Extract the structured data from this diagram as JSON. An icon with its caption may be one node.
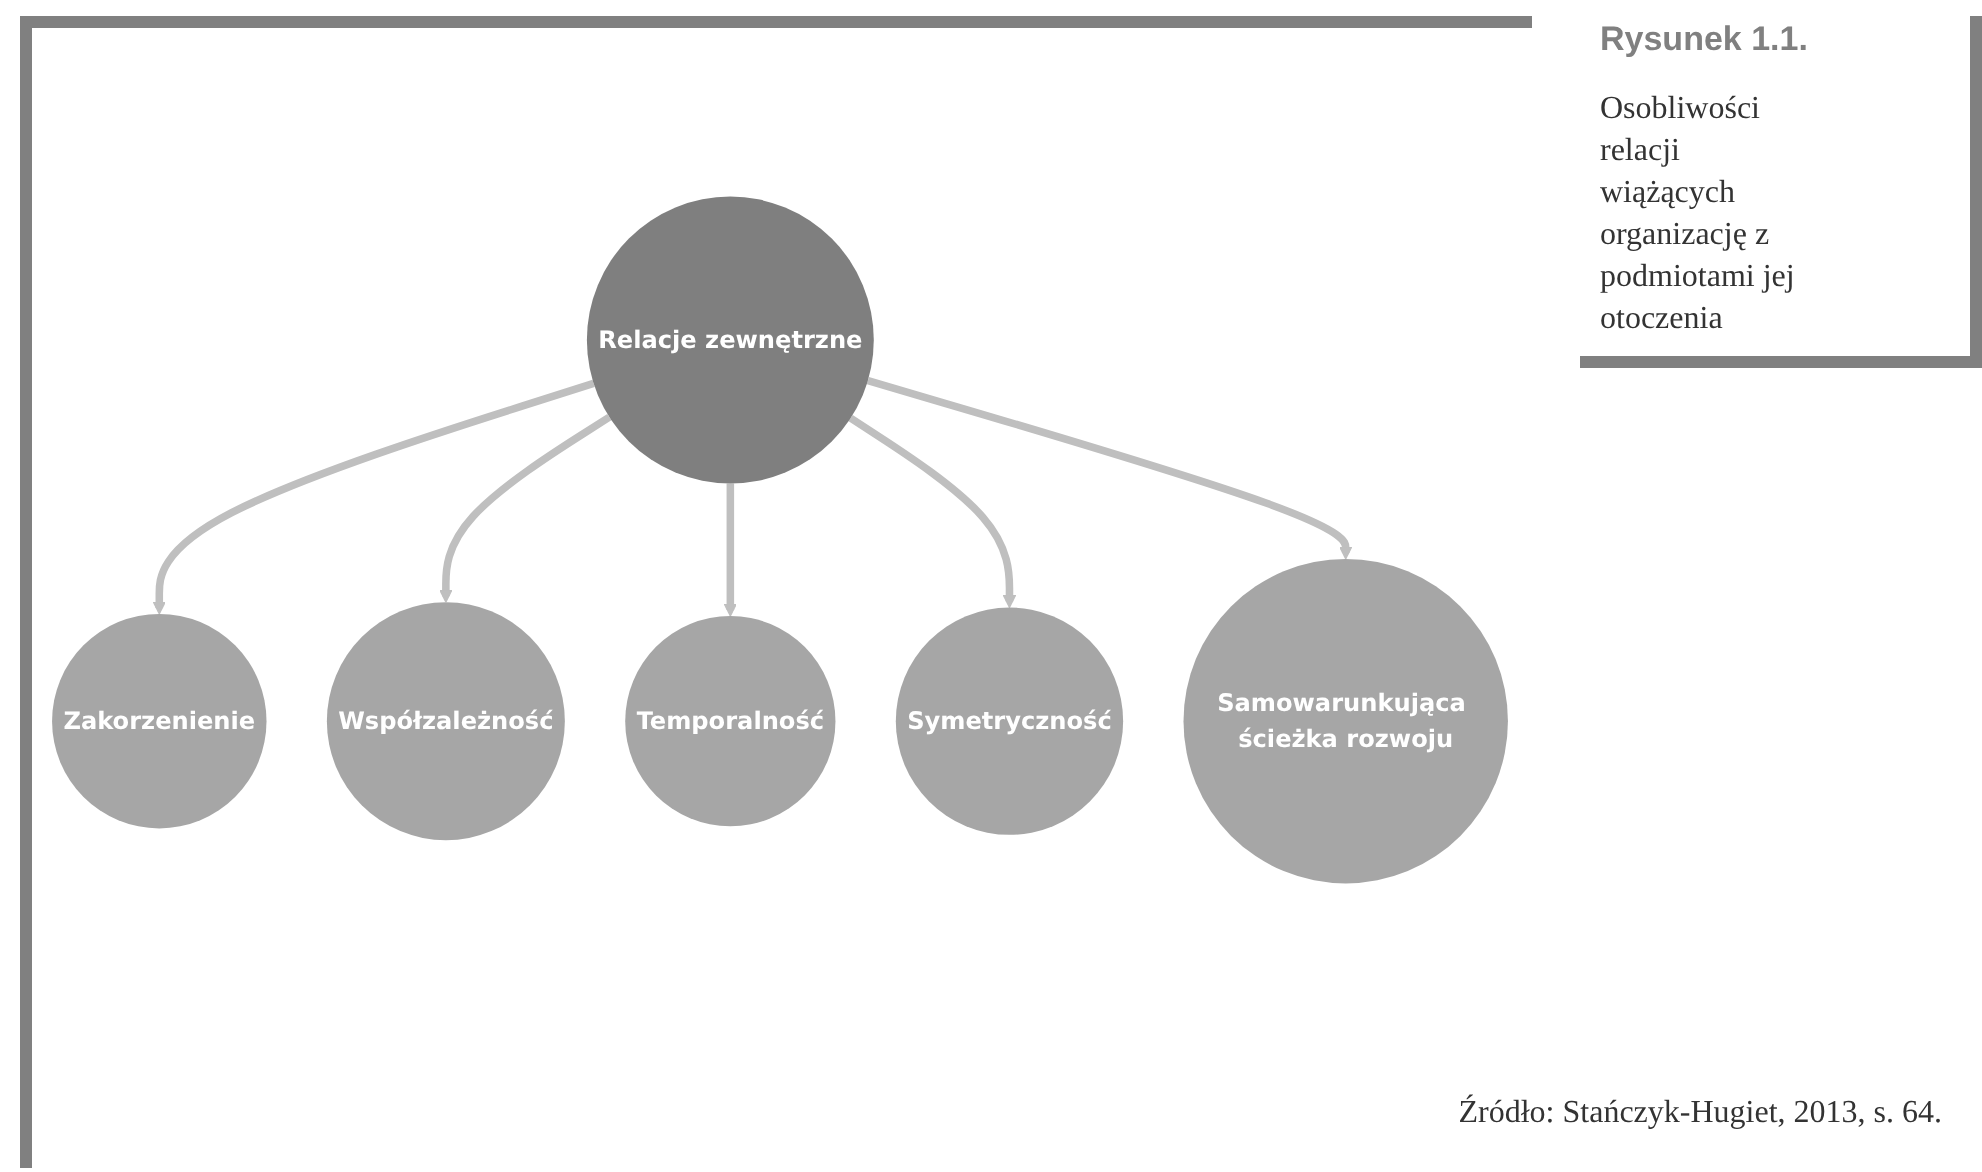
{
  "diagram": {
    "title": "Rysunek 1.1.",
    "caption": "Osobliwości relacji wiążących organizację z podmiotami jej otoczenia",
    "nodes": [
      {
        "text": [
          "Relacje zewnętrzne"
        ]
      },
      {
        "text": [
          "Zakorzenienie"
        ]
      },
      {
        "text": [
          "Współzależność"
        ]
      },
      {
        "text": [
          "Temporalność"
        ]
      },
      {
        "text": [
          "Symetryczność"
        ]
      },
      {
        "text": [
          "Samowarunkująca ścieżka rozwoju"
        ]
      }
    ],
    "edges": [
      {
        "from": 0,
        "to": 1,
        "arrow": "to"
      },
      {
        "from": 0,
        "to": 2,
        "arrow": "to"
      },
      {
        "from": 0,
        "to": 3,
        "arrow": "to"
      },
      {
        "from": 0,
        "to": 4,
        "arrow": "to"
      },
      {
        "from": 0,
        "to": 5,
        "arrow": "to"
      }
    ],
    "labels": [
      "Źródło: Stańczyk-Hugiet, 2013, s. 64."
    ]
  }
}
